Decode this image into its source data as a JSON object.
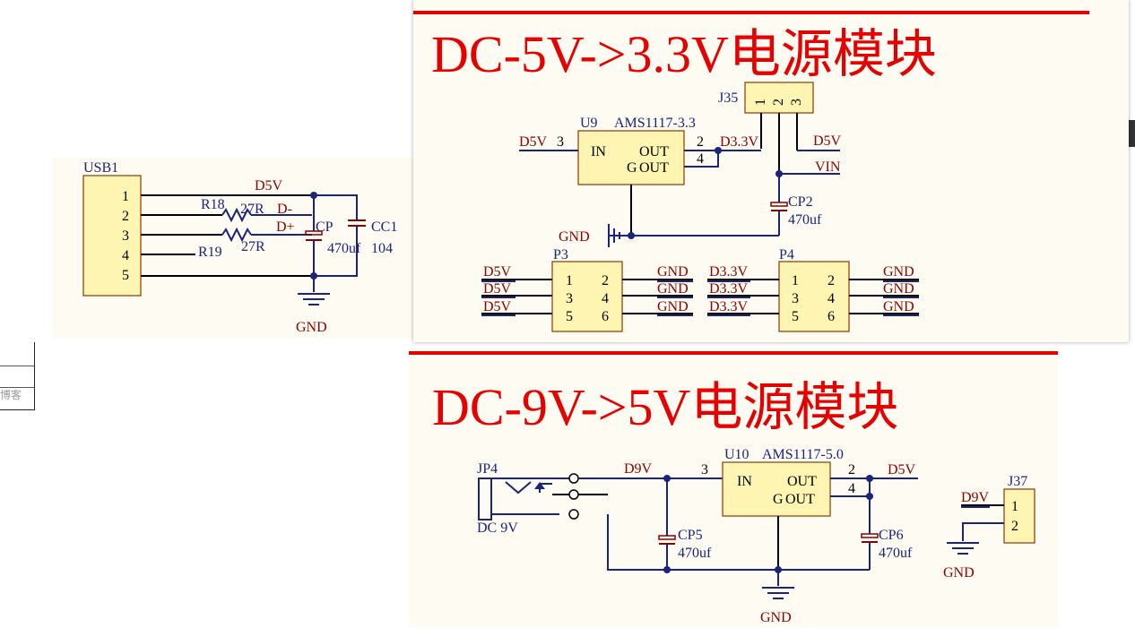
{
  "page": {
    "left_fragment_text": "博客"
  },
  "usb_section": {
    "connector_ref": "USB1",
    "pins": [
      "1",
      "2",
      "3",
      "4",
      "5"
    ],
    "r18_ref": "R18",
    "r18_value": "27R",
    "r19_ref": "R19",
    "r19_value": "27R",
    "net_d5v": "D5V",
    "net_dminus": "D-",
    "net_dplus": "D+",
    "cp_ref": "CP",
    "cp_value": "470uf",
    "cc_ref": "CC1",
    "cc_value": "104",
    "gnd": "GND"
  },
  "top_section": {
    "title": "DC-5V->3.3V电源模块",
    "j35_ref": "J35",
    "j35_pins": [
      "1",
      "2",
      "3"
    ],
    "u9_ref": "U9",
    "u9_part": "AMS1117-3.3",
    "u9_in": "IN",
    "u9_out": "OUT",
    "u9_out2": "OUT",
    "u9_gnd_glyph": "G",
    "pin_in_num": "3",
    "pin_out_num": "2",
    "pin_out2_num": "4",
    "net_d5v_in": "D5V",
    "net_d33v": "D3.3V",
    "net_d5v_j35": "D5V",
    "net_vin": "VIN",
    "cp2_ref": "CP2",
    "cp2_value": "470uf",
    "gnd": "GND",
    "p3_ref": "P3",
    "p3_pins_left": [
      "1",
      "3",
      "5"
    ],
    "p3_pins_right": [
      "2",
      "4",
      "6"
    ],
    "p3_left_nets": [
      "D5V",
      "D5V",
      "D5V"
    ],
    "p3_right_nets": [
      "GND",
      "GND",
      "GND"
    ],
    "p4_ref": "P4",
    "p4_pins_left": [
      "1",
      "3",
      "5"
    ],
    "p4_pins_right": [
      "2",
      "4",
      "6"
    ],
    "p4_left_nets": [
      "D3.3V",
      "D3.3V",
      "D3.3V"
    ],
    "p4_right_nets": [
      "GND",
      "GND",
      "GND"
    ]
  },
  "bottom_section": {
    "title": "DC-9V->5V电源模块",
    "jp4_ref": "JP4",
    "jp4_label": "DC 9V",
    "u10_ref": "U10",
    "u10_part": "AMS1117-5.0",
    "u10_in": "IN",
    "u10_out": "OUT",
    "u10_out2": "OUT",
    "u10_gnd_glyph": "G",
    "pin_in_num": "3",
    "pin_out_num": "2",
    "pin_out2_num": "4",
    "net_d9v": "D9V",
    "net_d5v": "D5V",
    "cp5_ref": "CP5",
    "cp5_value": "470uf",
    "cp6_ref": "CP6",
    "cp6_value": "470uf",
    "gnd": "GND",
    "j37_ref": "J37",
    "j37_pins": [
      "1",
      "2"
    ],
    "j37_net": "D9V",
    "j37_gnd": "GND"
  },
  "colors": {
    "wire": "#1a237e",
    "title": "#e60000",
    "net_label": "#8b0000",
    "component_fill": "#fff5b3",
    "component_border": "#8b3a00",
    "card_background": "#fdfbf2"
  }
}
